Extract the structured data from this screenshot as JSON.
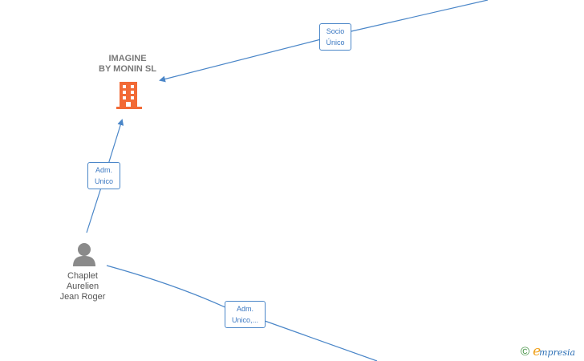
{
  "nodes": {
    "company": {
      "name_line1": "IMAGINE",
      "name_line2": "BY MONIN  SL",
      "color": "#f26a36"
    },
    "person": {
      "line1": "Chaplet",
      "line2": "Aurelien",
      "line3": "Jean Roger",
      "color": "#8a8a8a"
    }
  },
  "edges": [
    {
      "line1": "Socio",
      "line2": "Único"
    },
    {
      "line1": "Adm.",
      "line2": "Unico"
    },
    {
      "line1": "Adm.",
      "line2": "Unico,..."
    }
  ],
  "edge_color": "#4a86c8",
  "watermark": {
    "copyright": "©",
    "brand_initial": "e",
    "brand_rest": "mpresia"
  }
}
